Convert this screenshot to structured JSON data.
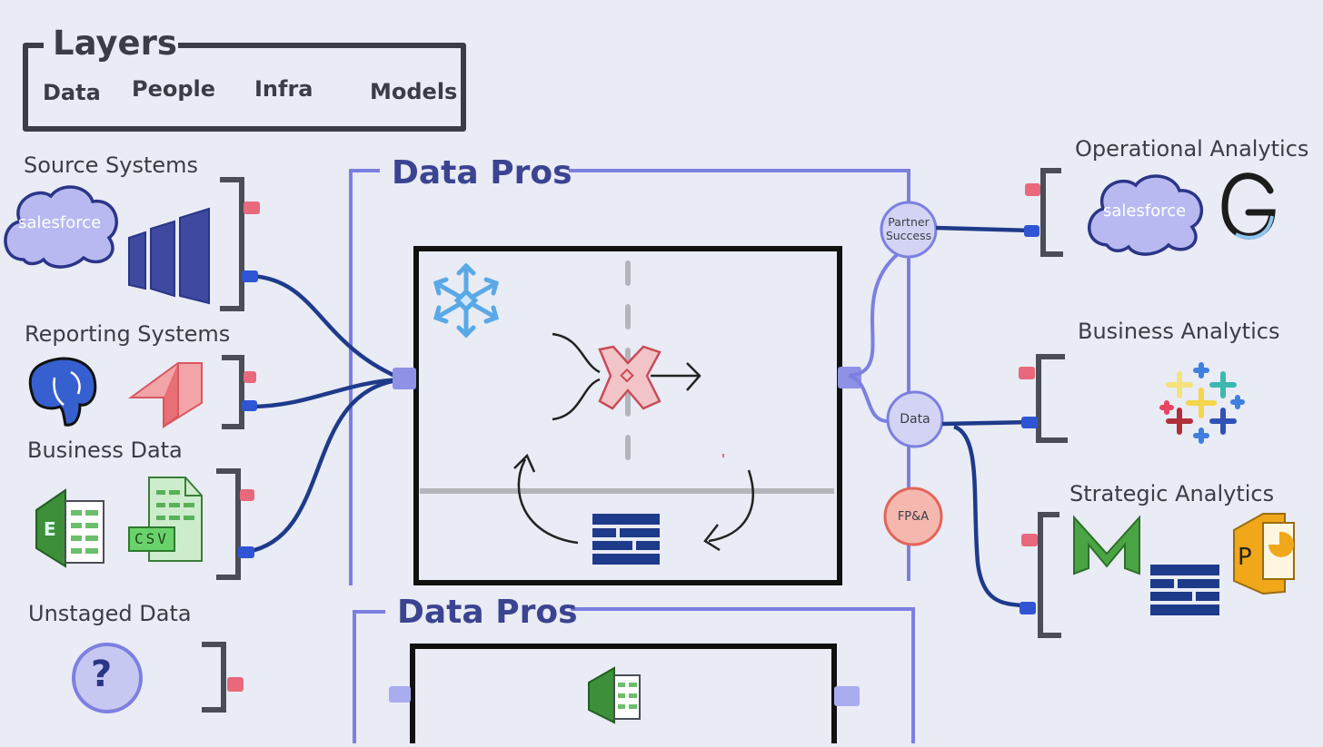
{
  "layers": {
    "title": "Layers",
    "items": [
      "Data",
      "People",
      "Infra",
      "Models"
    ]
  },
  "inputs": {
    "source_systems": "Source Systems",
    "reporting_systems": "Reporting Systems",
    "business_data": "Business Data",
    "unstaged_data": "Unstaged Data"
  },
  "logos": {
    "salesforce": "salesforce",
    "csv": "CSV",
    "unknown": "?"
  },
  "main": {
    "group_title": "Data Pros",
    "group_title_2": "Data Pros"
  },
  "nodes": {
    "partner_success": [
      "Partner",
      "Success"
    ],
    "data": "Data",
    "fpa": "FP&A"
  },
  "outputs": {
    "operational": "Operational Analytics",
    "business": "Business Analytics",
    "strategic": "Strategic Analytics"
  },
  "colors": {
    "background": "#e9ebf5",
    "accent_purple": "#7d7fe0",
    "navy": "#1e3a8a",
    "pink_port": "#e8687c",
    "blue_port": "#2f55d4",
    "ink": "#3a3d46"
  }
}
